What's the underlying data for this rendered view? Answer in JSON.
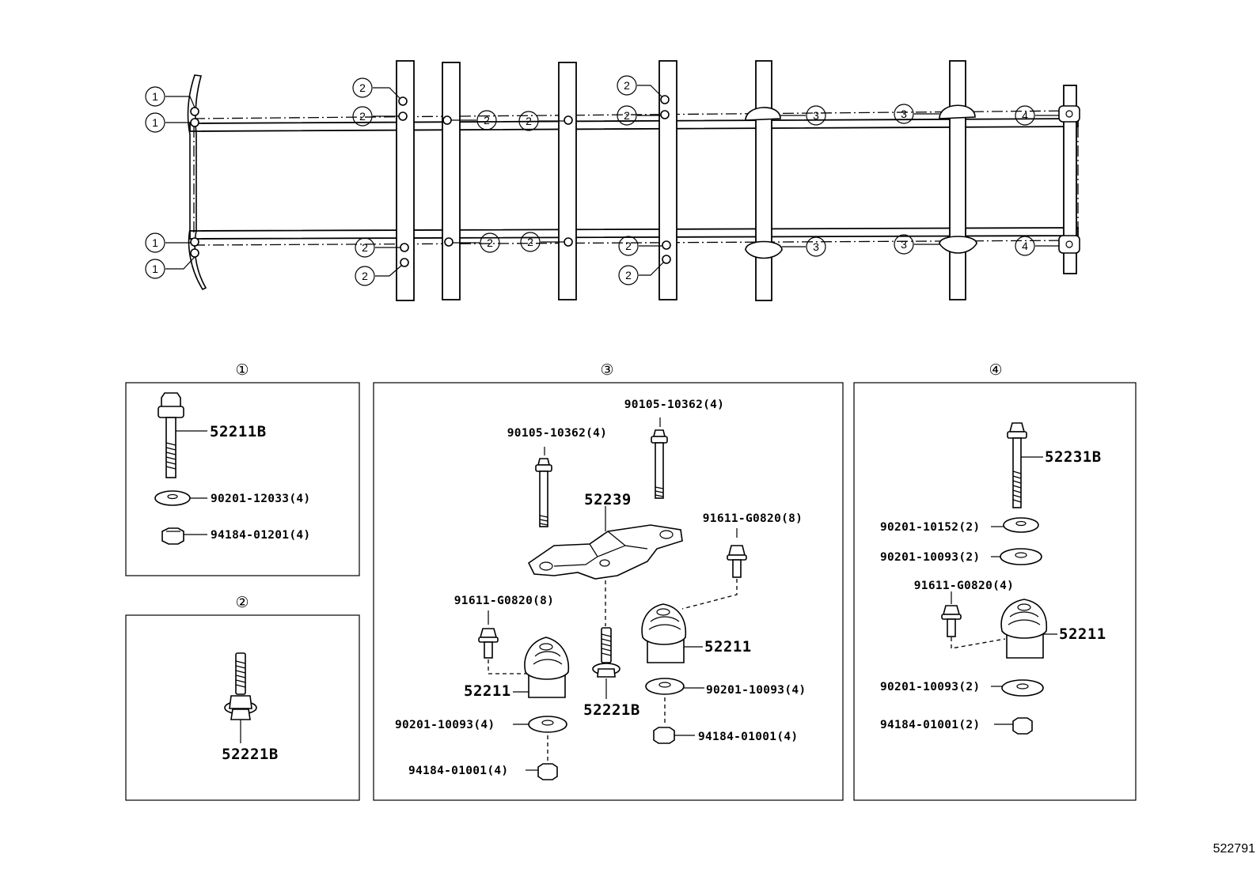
{
  "callouts": {
    "c1": "①",
    "c2": "②",
    "c3": "③",
    "c4": "④"
  },
  "panels": {
    "p1": {
      "heading": "①",
      "parts": [
        "52211B",
        "90201-12033(4)",
        "94184-01201(4)"
      ]
    },
    "p2": {
      "heading": "②",
      "parts": [
        "52221B"
      ]
    },
    "p3": {
      "heading": "③",
      "parts": [
        "90105-10362(4)",
        "90105-10362(4)",
        "52239",
        "91611-G0820(8)",
        "91611-G0820(8)",
        "52211",
        "52211",
        "52221B",
        "90201-10093(4)",
        "90201-10093(4)",
        "94184-01001(4)",
        "94184-01001(4)"
      ]
    },
    "p4": {
      "heading": "④",
      "parts": [
        "52231B",
        "90201-10152(2)",
        "90201-10093(2)",
        "91611-G0820(4)",
        "52211",
        "90201-10093(2)",
        "94184-01001(2)"
      ]
    }
  },
  "diagram_number": "522791"
}
